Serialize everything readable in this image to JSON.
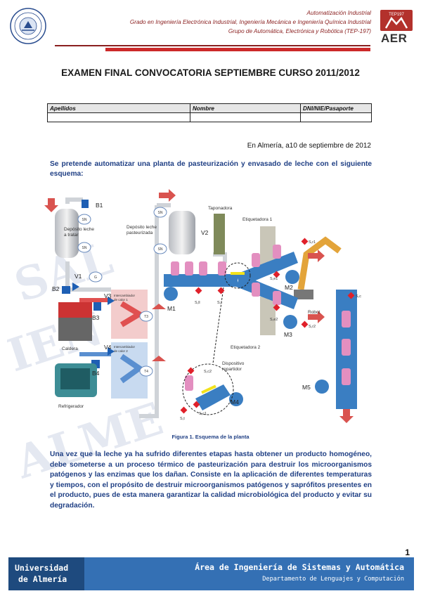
{
  "header": {
    "line1": "Automatización Industrial",
    "line2": "Grado en Ingeniería Electrónica Industrial, Ingeniería Mecánica e Ingeniería Química Industrial",
    "line3": "Grupo de Automática, Electrónica y Robótica (TEP-197)",
    "right_logo_top": "TEP197",
    "right_logo_text": "AER"
  },
  "title": "EXAMEN FINAL CONVOCATORIA SEPTIEMBRE CURSO 2011/2012",
  "id_table": {
    "headers": [
      "Apellidos",
      "Nombre",
      "DNI/NIE/Pasaporte"
    ]
  },
  "place_date": "En Almería, a10  de septiembre de 2012",
  "intro": "Se pretende automatizar una planta de pasteurización y envasado de leche con el siguiente esquema:",
  "figure": {
    "caption": "Figura 1. Esquema de la planta",
    "labels": {
      "b1": "B1",
      "b2": "B2",
      "b3": "B3",
      "b4": "B4",
      "v1": "V1",
      "v2": "V2",
      "v3": "V3",
      "v4": "V4",
      "sn": "SN",
      "g": "G",
      "t3": "T3",
      "t4": "T4",
      "deposito_tratar": [
        "Depósito leche",
        "a tratar"
      ],
      "deposito_pasteurizada": [
        "Depósito leche",
        "pasteurizada"
      ],
      "intercambiador1": [
        "Intercambiador",
        "de calor 1"
      ],
      "intercambiador2": [
        "Intercambiador",
        "de calor 2"
      ],
      "caldera": "Caldera",
      "refrigerador": "Refrigerador",
      "taponadora": "Taponadora",
      "etiquetadora1": "Etiquetadora 1",
      "etiquetadora2": "Etiquetadora 2",
      "dispositivo": [
        "Dispositivo",
        "repartidor"
      ],
      "robot": "Robot",
      "m1": "M1",
      "m2": "M2",
      "m3": "M3",
      "m4": "M4",
      "m5": "M5",
      "s_ll": "S,ll",
      "s_t": "S,t",
      "s_e1": "S,e1",
      "s_e2": "S,e2",
      "s_r1": "S,r1",
      "s_r2": "S,r2",
      "s_c": "S,c",
      "s_c1": "S,c1",
      "s_c2": "S,c2"
    }
  },
  "paragraph": "Una vez que la leche ya ha sufrido diferentes etapas hasta obtener un producto homogéneo, debe someterse a un proceso térmico de pasteurización para destruir los microorganismos patógenos y las enzimas que los dañan. Consiste en la aplicación de diferentes temperaturas y tiempos, con el propósito de destruir microorganismos patógenos y saprófitos presentes en el producto, pues de esta manera garantizar la calidad microbiológica del producto y evitar su degradación.",
  "page_number": "1",
  "footer": {
    "left_line1": "Universidad",
    "left_line2": "de Almería",
    "right_line1": "Área de Ingeniería de Sistemas y Automática",
    "right_line2": "Departamento de Lenguajes y Computación"
  },
  "colors": {
    "header_red": "#8a1f1f",
    "text_blue": "#1f3f84",
    "footer_blue": "#3470b4",
    "footer_dark": "#1e4a7e",
    "conveyor": "#3a7ec2",
    "bottle": "#e38fc0",
    "sensor": "#e0202a"
  }
}
